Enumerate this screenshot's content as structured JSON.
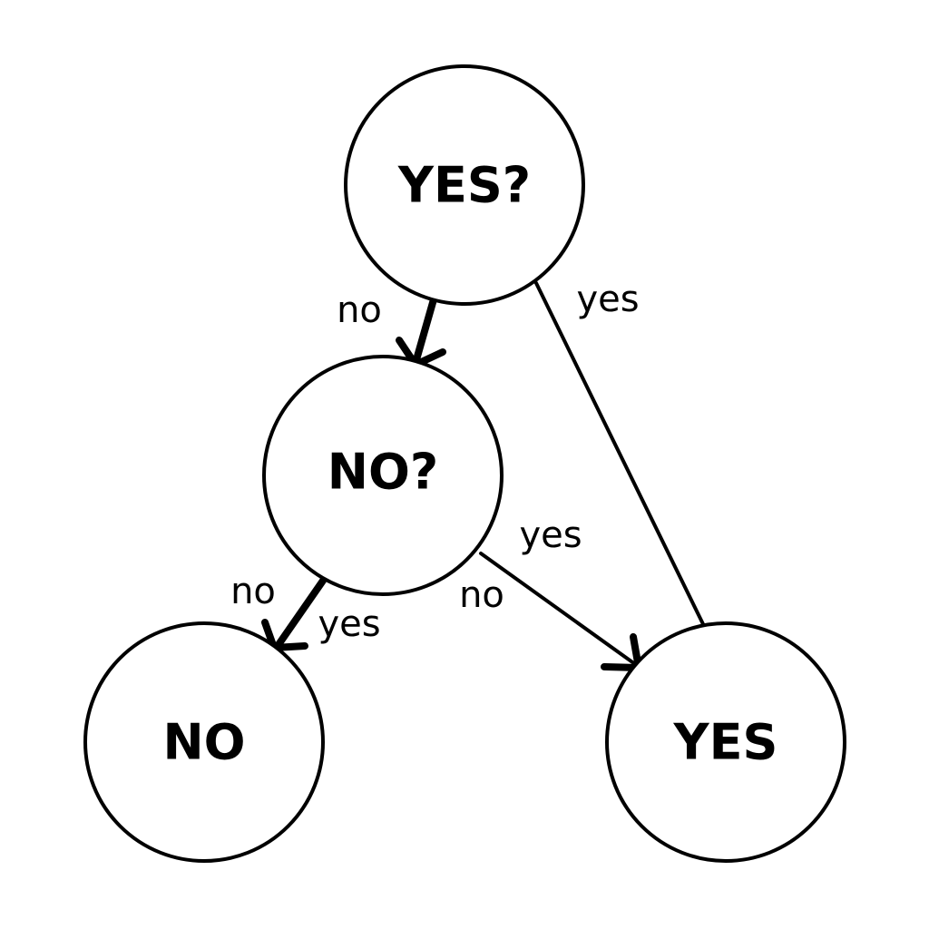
{
  "nodes": {
    "root": {
      "label": "YES?"
    },
    "middle": {
      "label": "NO?"
    },
    "no_leaf": {
      "label": "NO"
    },
    "yes_leaf": {
      "label": "YES"
    }
  },
  "edges": {
    "root_to_middle": {
      "label": "no"
    },
    "root_to_yes": {
      "label": "yes"
    },
    "middle_to_yes_top": {
      "label": "yes"
    },
    "middle_to_yes_bottom": {
      "label": "no"
    },
    "middle_to_no_left": {
      "label": "no"
    },
    "middle_to_no_right": {
      "label": "yes"
    }
  }
}
